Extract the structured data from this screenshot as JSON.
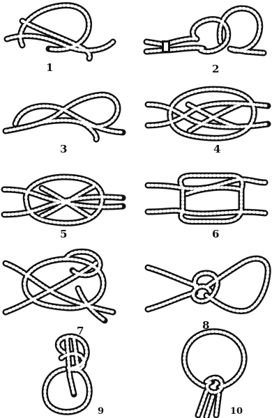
{
  "figures": [
    {
      "id": 1,
      "label": "1"
    },
    {
      "id": 2,
      "label": "2"
    },
    {
      "id": 3,
      "label": "3"
    },
    {
      "id": 4,
      "label": "4"
    },
    {
      "id": 5,
      "label": "5"
    },
    {
      "id": 6,
      "label": "6"
    },
    {
      "id": 7,
      "label": "7"
    },
    {
      "id": 8,
      "label": "8"
    },
    {
      "id": 9,
      "label": "9"
    },
    {
      "id": 10,
      "label": "10"
    }
  ],
  "colors": {
    "ink": "#111111",
    "paper": "#ffffff"
  }
}
